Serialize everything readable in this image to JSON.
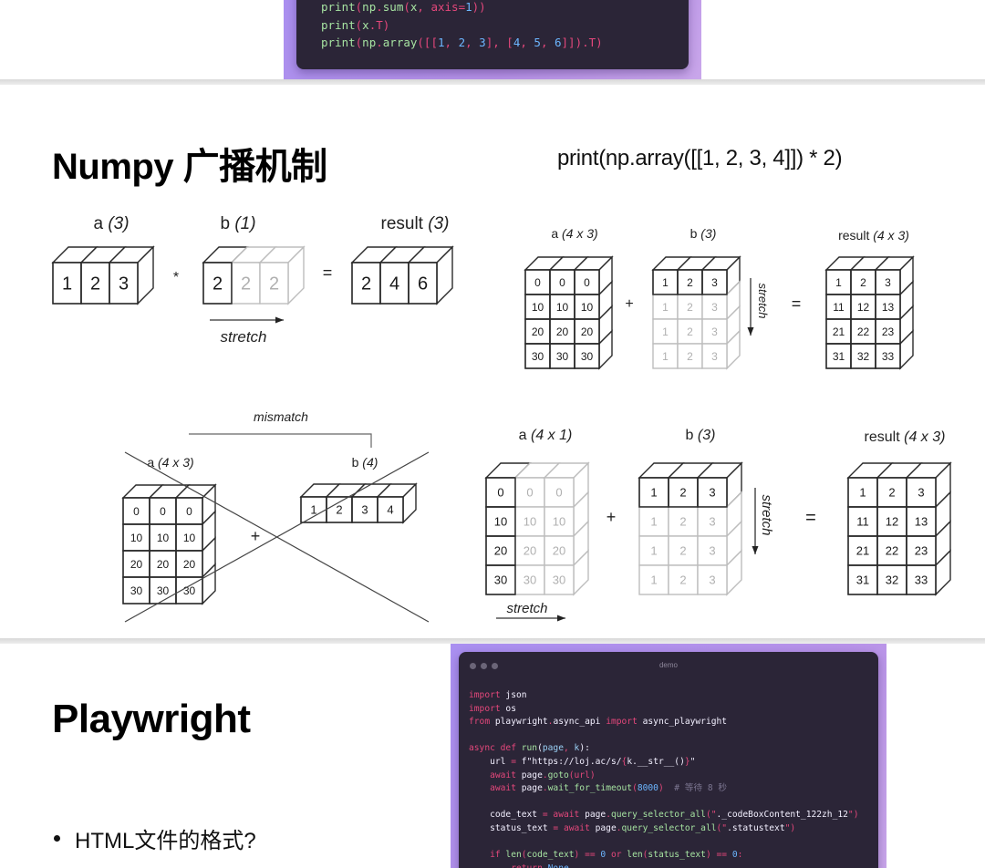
{
  "slide1": {
    "code_lines": [
      [
        {
          "t": "print",
          "c": "fn"
        },
        {
          "t": "(",
          "c": "pun"
        },
        {
          "t": "np",
          "c": "fn"
        },
        {
          "t": ".",
          "c": "pun"
        },
        {
          "t": "sum",
          "c": "fn"
        },
        {
          "t": "(",
          "c": "pun"
        },
        {
          "t": "x",
          "c": "fn"
        },
        {
          "t": ", ",
          "c": "pun"
        },
        {
          "t": "axis",
          "c": "kw"
        },
        {
          "t": "=",
          "c": "pun"
        },
        {
          "t": "1",
          "c": "num"
        },
        {
          "t": "))",
          "c": "pun"
        }
      ],
      [
        {
          "t": "print",
          "c": "fn"
        },
        {
          "t": "(",
          "c": "pun"
        },
        {
          "t": "x",
          "c": "fn"
        },
        {
          "t": ".",
          "c": "pun"
        },
        {
          "t": "T",
          "c": "pun"
        },
        {
          "t": ")",
          "c": "pun"
        }
      ],
      [
        {
          "t": "print",
          "c": "fn"
        },
        {
          "t": "(",
          "c": "pun"
        },
        {
          "t": "np",
          "c": "fn"
        },
        {
          "t": ".",
          "c": "pun"
        },
        {
          "t": "array",
          "c": "fn"
        },
        {
          "t": "([[",
          "c": "pun"
        },
        {
          "t": "1",
          "c": "num"
        },
        {
          "t": ", ",
          "c": "pun"
        },
        {
          "t": "2",
          "c": "num"
        },
        {
          "t": ", ",
          "c": "pun"
        },
        {
          "t": "3",
          "c": "num"
        },
        {
          "t": "], [",
          "c": "pun"
        },
        {
          "t": "4",
          "c": "num"
        },
        {
          "t": ", ",
          "c": "pun"
        },
        {
          "t": "5",
          "c": "num"
        },
        {
          "t": ", ",
          "c": "pun"
        },
        {
          "t": "6",
          "c": "num"
        },
        {
          "t": "]]).T)",
          "c": "pun"
        }
      ]
    ]
  },
  "slide2": {
    "title": "Numpy 广播机制",
    "print_example": "print(np.array([[1, 2, 3, 4]]) * 2)",
    "diagram1": {
      "a_label": "a",
      "a_shape": "(3)",
      "a_values": [
        "1",
        "2",
        "3"
      ],
      "op": "*",
      "b_label": "b",
      "b_shape": "(1)",
      "b_values": [
        "2",
        "2",
        "2"
      ],
      "eq": "=",
      "result_label": "result",
      "result_shape": "(3)",
      "result_values": [
        "2",
        "4",
        "6"
      ],
      "stretch_label": "stretch"
    },
    "diagram2": {
      "a_label": "a",
      "a_shape": "(4 x 3)",
      "a_values": [
        [
          "0",
          "0",
          "0"
        ],
        [
          "10",
          "10",
          "10"
        ],
        [
          "20",
          "20",
          "20"
        ],
        [
          "30",
          "30",
          "30"
        ]
      ],
      "op": "+",
      "b_label": "b",
      "b_shape": "(3)",
      "b_values": [
        [
          "1",
          "2",
          "3"
        ],
        [
          "1",
          "2",
          "3"
        ],
        [
          "1",
          "2",
          "3"
        ],
        [
          "1",
          "2",
          "3"
        ]
      ],
      "stretch_label": "stretch",
      "eq": "=",
      "result_label": "result",
      "result_shape": "(4 x 3)",
      "result_values": [
        [
          "1",
          "2",
          "3"
        ],
        [
          "11",
          "12",
          "13"
        ],
        [
          "21",
          "22",
          "23"
        ],
        [
          "31",
          "32",
          "33"
        ]
      ]
    },
    "diagram3": {
      "mismatch_label": "mismatch",
      "a_label": "a",
      "a_shape": "(4 x 3)",
      "a_values": [
        [
          "0",
          "0",
          "0"
        ],
        [
          "10",
          "10",
          "10"
        ],
        [
          "20",
          "20",
          "20"
        ],
        [
          "30",
          "30",
          "30"
        ]
      ],
      "op": "+",
      "b_label": "b",
      "b_shape": "(4)",
      "b_values": [
        "1",
        "2",
        "3",
        "4"
      ]
    },
    "diagram4": {
      "a_label": "a",
      "a_shape": "(4 x 1)",
      "a_values": [
        [
          "0",
          "0",
          "0"
        ],
        [
          "10",
          "10",
          "10"
        ],
        [
          "20",
          "20",
          "20"
        ],
        [
          "30",
          "30",
          "30"
        ]
      ],
      "op": "+",
      "b_label": "b",
      "b_shape": "(3)",
      "b_values": [
        [
          "1",
          "2",
          "3"
        ],
        [
          "1",
          "2",
          "3"
        ],
        [
          "1",
          "2",
          "3"
        ],
        [
          "1",
          "2",
          "3"
        ]
      ],
      "stretch_down_label": "stretch",
      "stretch_right_label": "stretch",
      "eq": "=",
      "result_label": "result",
      "result_shape": "(4 x 3)",
      "result_values": [
        [
          "1",
          "2",
          "3"
        ],
        [
          "11",
          "12",
          "13"
        ],
        [
          "21",
          "22",
          "23"
        ],
        [
          "31",
          "32",
          "33"
        ]
      ]
    }
  },
  "slide3": {
    "title": "Playwright",
    "bullets": [
      "HTML文件的格式?"
    ],
    "code_window_title": "demo",
    "code_lines": [
      [
        {
          "t": "import",
          "c": "kw"
        },
        {
          "t": " json",
          "c": "str"
        }
      ],
      [
        {
          "t": "import",
          "c": "kw"
        },
        {
          "t": " os",
          "c": "str"
        }
      ],
      [
        {
          "t": "from",
          "c": "kw"
        },
        {
          "t": " playwright",
          "c": "str"
        },
        {
          "t": ".",
          "c": "pun"
        },
        {
          "t": "async_api ",
          "c": "str"
        },
        {
          "t": "import",
          "c": "kw"
        },
        {
          "t": " async_playwright",
          "c": "str"
        }
      ],
      [],
      [
        {
          "t": "async def",
          "c": "kw"
        },
        {
          "t": " run",
          "c": "fn"
        },
        {
          "t": "(",
          "c": "str"
        },
        {
          "t": "page",
          "c": "id"
        },
        {
          "t": ", ",
          "c": "pun"
        },
        {
          "t": "k",
          "c": "id"
        },
        {
          "t": "):",
          "c": "str"
        }
      ],
      [
        {
          "t": "    url ",
          "c": "str"
        },
        {
          "t": "=",
          "c": "pun"
        },
        {
          "t": " f\"https://loj.ac/s/",
          "c": "str"
        },
        {
          "t": "{",
          "c": "pun"
        },
        {
          "t": "k.__str__()",
          "c": "str"
        },
        {
          "t": "}",
          "c": "pun"
        },
        {
          "t": "\"",
          "c": "str"
        }
      ],
      [
        {
          "t": "    await",
          "c": "kw"
        },
        {
          "t": " page",
          "c": "str"
        },
        {
          "t": ".",
          "c": "pun"
        },
        {
          "t": "goto",
          "c": "fn"
        },
        {
          "t": "(",
          "c": "pun"
        },
        {
          "t": "url",
          "c": "kw"
        },
        {
          "t": ")",
          "c": "pun"
        }
      ],
      [
        {
          "t": "    await",
          "c": "kw"
        },
        {
          "t": " page",
          "c": "str"
        },
        {
          "t": ".",
          "c": "pun"
        },
        {
          "t": "wait_for_timeout",
          "c": "fn"
        },
        {
          "t": "(",
          "c": "pun"
        },
        {
          "t": "8000",
          "c": "num"
        },
        {
          "t": ")",
          "c": "pun"
        },
        {
          "t": "  # 等待 8 秒",
          "c": "cm"
        }
      ],
      [],
      [
        {
          "t": "    code_text ",
          "c": "str"
        },
        {
          "t": "=",
          "c": "pun"
        },
        {
          "t": " await",
          "c": "kw"
        },
        {
          "t": " page",
          "c": "str"
        },
        {
          "t": ".",
          "c": "pun"
        },
        {
          "t": "query_selector_all",
          "c": "fn"
        },
        {
          "t": "(\"",
          "c": "pun"
        },
        {
          "t": "._codeBoxContent_122zh_12",
          "c": "str"
        },
        {
          "t": "\")",
          "c": "pun"
        }
      ],
      [
        {
          "t": "    status_text ",
          "c": "str"
        },
        {
          "t": "=",
          "c": "pun"
        },
        {
          "t": " await",
          "c": "kw"
        },
        {
          "t": " page",
          "c": "str"
        },
        {
          "t": ".",
          "c": "pun"
        },
        {
          "t": "query_selector_all",
          "c": "fn"
        },
        {
          "t": "(\"",
          "c": "pun"
        },
        {
          "t": ".statustext",
          "c": "str"
        },
        {
          "t": "\")",
          "c": "pun"
        }
      ],
      [],
      [
        {
          "t": "    if",
          "c": "kw"
        },
        {
          "t": " len",
          "c": "fn"
        },
        {
          "t": "(",
          "c": "pun"
        },
        {
          "t": "code_text",
          "c": "fn"
        },
        {
          "t": ")",
          "c": "pun"
        },
        {
          "t": " == ",
          "c": "pun"
        },
        {
          "t": "0",
          "c": "num"
        },
        {
          "t": " or",
          "c": "kw"
        },
        {
          "t": " len",
          "c": "fn"
        },
        {
          "t": "(",
          "c": "pun"
        },
        {
          "t": "status_text",
          "c": "fn"
        },
        {
          "t": ")",
          "c": "pun"
        },
        {
          "t": " == ",
          "c": "pun"
        },
        {
          "t": "0",
          "c": "num"
        },
        {
          "t": ":",
          "c": "pun"
        }
      ],
      [
        {
          "t": "        return",
          "c": "kw"
        },
        {
          "t": " None",
          "c": "num"
        }
      ]
    ]
  }
}
